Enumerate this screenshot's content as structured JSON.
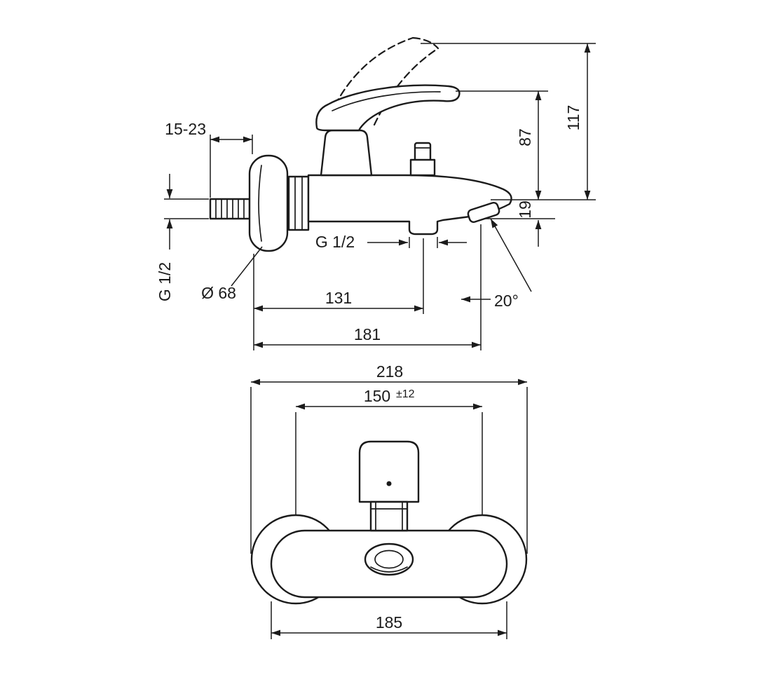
{
  "colors": {
    "line": "#1b1b1b",
    "background": "#ffffff"
  },
  "side_view": {
    "wall_depth_label": "15-23",
    "inlet_thread_label": "G 1/2",
    "escutcheon_diameter_label": "Ø 68",
    "outlet_thread_label": "G 1/2",
    "spout_center_distance_label": "131",
    "overall_projection_label": "181",
    "spout_drop_label": "19",
    "handle_height_label": "87",
    "overall_height_label": "117",
    "spout_angle_label": "20°"
  },
  "front_view": {
    "overall_width_label": "218",
    "connection_distance_label": "150",
    "connection_tolerance_label": "±12",
    "body_width_label": "185"
  }
}
